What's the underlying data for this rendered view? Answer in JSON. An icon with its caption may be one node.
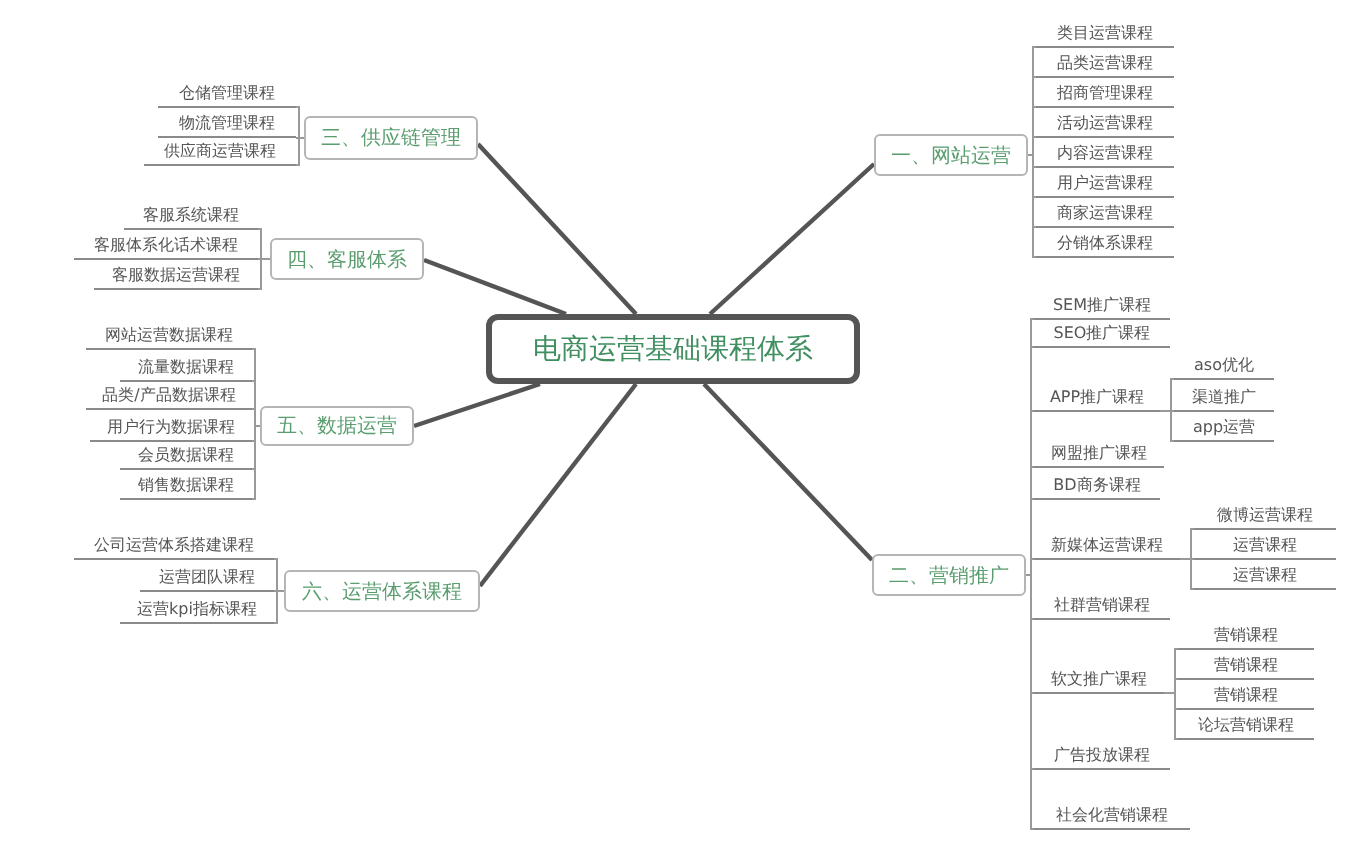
{
  "diagram": {
    "nodes": [
      {
        "text": [
          "电商运营基础课程体系"
        ]
      },
      {
        "text": [
          "一、网站运营"
        ]
      },
      {
        "text": [
          "类目运营课程"
        ]
      },
      {
        "text": [
          "品类运营课程"
        ]
      },
      {
        "text": [
          "招商管理课程"
        ]
      },
      {
        "text": [
          "活动运营课程"
        ]
      },
      {
        "text": [
          "内容运营课程"
        ]
      },
      {
        "text": [
          "用户运营课程"
        ]
      },
      {
        "text": [
          "商家运营课程"
        ]
      },
      {
        "text": [
          "分销体系课程"
        ]
      },
      {
        "text": [
          "二、营销推广"
        ]
      },
      {
        "text": [
          "SEM推广课程"
        ]
      },
      {
        "text": [
          "SEO推广课程"
        ]
      },
      {
        "text": [
          "APP推广课程"
        ]
      },
      {
        "text": [
          "aso优化"
        ]
      },
      {
        "text": [
          "渠道推广"
        ]
      },
      {
        "text": [
          "app运营"
        ]
      },
      {
        "text": [
          "网盟推广课程"
        ]
      },
      {
        "text": [
          "BD商务课程"
        ]
      },
      {
        "text": [
          "新媒体运营课程"
        ]
      },
      {
        "text": [
          "微博运营课程"
        ]
      },
      {
        "text": [
          "运营课程"
        ]
      },
      {
        "text": [
          "运营课程"
        ]
      },
      {
        "text": [
          "社群营销课程"
        ]
      },
      {
        "text": [
          "软文推广课程"
        ]
      },
      {
        "text": [
          "营销课程"
        ]
      },
      {
        "text": [
          "营销课程"
        ]
      },
      {
        "text": [
          "营销课程"
        ]
      },
      {
        "text": [
          "论坛营销课程"
        ]
      },
      {
        "text": [
          "广告投放课程"
        ]
      },
      {
        "text": [
          "社会化营销课程"
        ]
      },
      {
        "text": [
          "三、供应链管理"
        ]
      },
      {
        "text": [
          "仓储管理课程"
        ]
      },
      {
        "text": [
          "物流管理课程"
        ]
      },
      {
        "text": [
          "供应商运营课程"
        ]
      },
      {
        "text": [
          "四、客服体系"
        ]
      },
      {
        "text": [
          "客服系统课程"
        ]
      },
      {
        "text": [
          "客服体系化话术课程"
        ]
      },
      {
        "text": [
          "客服数据运营课程"
        ]
      },
      {
        "text": [
          "五、数据运营"
        ]
      },
      {
        "text": [
          "网站运营数据课程"
        ]
      },
      {
        "text": [
          "流量数据课程"
        ]
      },
      {
        "text": [
          "品类/产品数据课程"
        ]
      },
      {
        "text": [
          "用户行为数据课程"
        ]
      },
      {
        "text": [
          "会员数据课程"
        ]
      },
      {
        "text": [
          "销售数据课程"
        ]
      },
      {
        "text": [
          "六、运营体系课程"
        ]
      },
      {
        "text": [
          "公司运营体系搭建课程"
        ]
      },
      {
        "text": [
          "运营团队课程"
        ]
      },
      {
        "text": [
          "运营kpi指标课程"
        ]
      }
    ],
    "edges": [
      {
        "from": 0,
        "to": 1,
        "arrow": "none"
      },
      {
        "from": 0,
        "to": 10,
        "arrow": "none"
      },
      {
        "from": 0,
        "to": 31,
        "arrow": "none"
      },
      {
        "from": 0,
        "to": 35,
        "arrow": "none"
      },
      {
        "from": 0,
        "to": 39,
        "arrow": "none"
      },
      {
        "from": 0,
        "to": 46,
        "arrow": "none"
      },
      {
        "from": 1,
        "to": 2,
        "arrow": "none"
      },
      {
        "from": 1,
        "to": 3,
        "arrow": "none"
      },
      {
        "from": 1,
        "to": 4,
        "arrow": "none"
      },
      {
        "from": 1,
        "to": 5,
        "arrow": "none"
      },
      {
        "from": 1,
        "to": 6,
        "arrow": "none"
      },
      {
        "from": 1,
        "to": 7,
        "arrow": "none"
      },
      {
        "from": 1,
        "to": 8,
        "arrow": "none"
      },
      {
        "from": 1,
        "to": 9,
        "arrow": "none"
      },
      {
        "from": 10,
        "to": 11,
        "arrow": "none"
      },
      {
        "from": 10,
        "to": 12,
        "arrow": "none"
      },
      {
        "from": 10,
        "to": 13,
        "arrow": "none"
      },
      {
        "from": 13,
        "to": 14,
        "arrow": "none"
      },
      {
        "from": 13,
        "to": 15,
        "arrow": "none"
      },
      {
        "from": 13,
        "to": 16,
        "arrow": "none"
      },
      {
        "from": 10,
        "to": 17,
        "arrow": "none"
      },
      {
        "from": 10,
        "to": 18,
        "arrow": "none"
      },
      {
        "from": 10,
        "to": 19,
        "arrow": "none"
      },
      {
        "from": 19,
        "to": 20,
        "arrow": "none"
      },
      {
        "from": 19,
        "to": 21,
        "arrow": "none"
      },
      {
        "from": 19,
        "to": 22,
        "arrow": "none"
      },
      {
        "from": 10,
        "to": 23,
        "arrow": "none"
      },
      {
        "from": 10,
        "to": 24,
        "arrow": "none"
      },
      {
        "from": 24,
        "to": 25,
        "arrow": "none"
      },
      {
        "from": 24,
        "to": 26,
        "arrow": "none"
      },
      {
        "from": 24,
        "to": 27,
        "arrow": "none"
      },
      {
        "from": 24,
        "to": 28,
        "arrow": "none"
      },
      {
        "from": 10,
        "to": 29,
        "arrow": "none"
      },
      {
        "from": 10,
        "to": 30,
        "arrow": "none"
      },
      {
        "from": 31,
        "to": 32,
        "arrow": "none"
      },
      {
        "from": 31,
        "to": 33,
        "arrow": "none"
      },
      {
        "from": 31,
        "to": 34,
        "arrow": "none"
      },
      {
        "from": 35,
        "to": 36,
        "arrow": "none"
      },
      {
        "from": 35,
        "to": 37,
        "arrow": "none"
      },
      {
        "from": 35,
        "to": 38,
        "arrow": "none"
      },
      {
        "from": 39,
        "to": 40,
        "arrow": "none"
      },
      {
        "from": 39,
        "to": 41,
        "arrow": "none"
      },
      {
        "from": 39,
        "to": 42,
        "arrow": "none"
      },
      {
        "from": 39,
        "to": 43,
        "arrow": "none"
      },
      {
        "from": 39,
        "to": 44,
        "arrow": "none"
      },
      {
        "from": 39,
        "to": 45,
        "arrow": "none"
      },
      {
        "from": 46,
        "to": 47,
        "arrow": "none"
      },
      {
        "from": 46,
        "to": 48,
        "arrow": "none"
      },
      {
        "from": 46,
        "to": 49,
        "arrow": "none"
      }
    ]
  }
}
